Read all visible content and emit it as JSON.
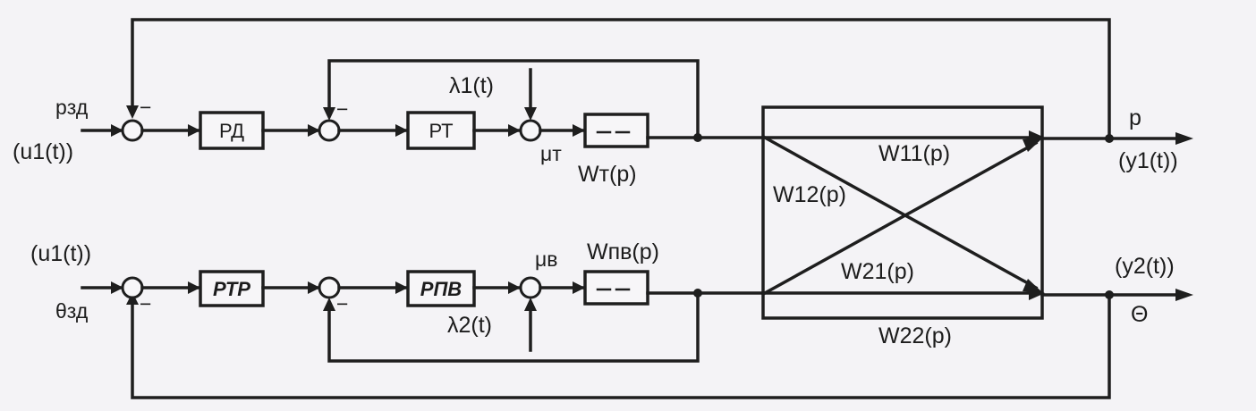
{
  "blocks": {
    "rd": "РД",
    "rt": "РТ",
    "rtr": "РТР",
    "rpv": "РПВ"
  },
  "labels": {
    "p_zd": "pзд",
    "u1_top": "(u1(t))",
    "lambda1": "λ1(t)",
    "mu_t": "μт",
    "w_t": "Wт(p)",
    "w11": "W11(p)",
    "w12": "W12(p)",
    "w21": "W21(p)",
    "w22": "W22(p)",
    "p_out": "p",
    "y1": "(y1(t))",
    "u1_bottom": "(u1(t))",
    "theta_zd": "θзд",
    "lambda2": "λ2(t)",
    "mu_v": "μв",
    "w_pv": "Wпв(p)",
    "y2": "(y2(t))",
    "theta_out": "Θ"
  },
  "signs": {
    "minus": "−"
  },
  "colors": {
    "line": "#1e1e1e",
    "background": "#f4f3f6"
  }
}
